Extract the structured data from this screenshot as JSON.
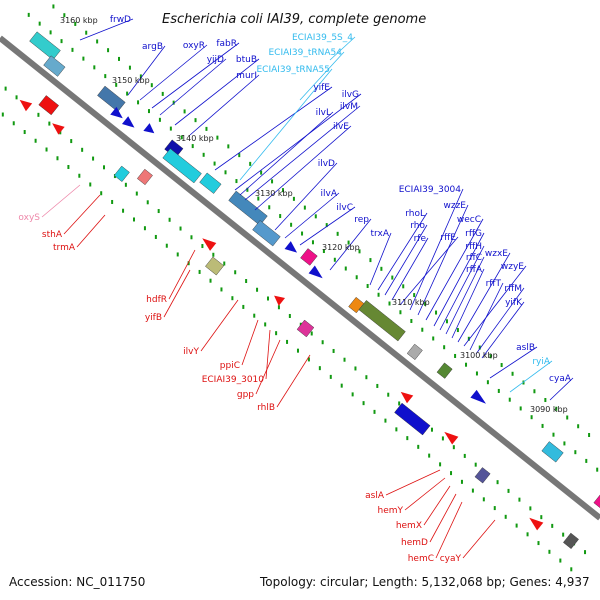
{
  "title": "Escherichia coli IAI39, complete genome",
  "footer": {
    "accession": "Accession: NC_011750",
    "info": "Topology: circular; Length: 5,132,068 bp; Genes: 4,937"
  },
  "colors": {
    "forward_label": "#1010cc",
    "reverse_label": "#dd1111",
    "rna_label": "#33bbee",
    "pseudo_label": "#ee88aa",
    "backbone": "#777777",
    "tick": "#119911"
  },
  "ruler": [
    "3160 kbp",
    "3150 kbp",
    "3140 kbp",
    "3130 kbp",
    "3120 kbp",
    "3110 kbp",
    "3100 kbp",
    "3090 kbp"
  ],
  "labels_forward": [
    "frwD",
    "argB",
    "oxyR",
    "fabR",
    "yijD",
    "btuB",
    "murI",
    "yifE",
    "ilvG",
    "ilvL",
    "ilvM",
    "ilvE",
    "ilvD",
    "ilvA",
    "ilvC",
    "rep",
    "trxA",
    "rhoL",
    "rho",
    "rfe",
    "rffE",
    "ECIAI39_3004",
    "wzzE",
    "wecC",
    "rffG",
    "rffH",
    "rffC",
    "rffA",
    "wzxE",
    "wzyE",
    "rffT",
    "rffM",
    "yifK",
    "aslB",
    "cyaA"
  ],
  "labels_rna": [
    "ECIAI39_5S_4",
    "ECIAI39_tRNA54",
    "ECIAI39_tRNA55",
    "ryiA"
  ],
  "labels_pseudo": [
    "oxyS"
  ],
  "labels_reverse": [
    "sthA",
    "trmA",
    "hdfR",
    "yifB",
    "ilvY",
    "ppiC",
    "ECIAI39_3010",
    "gpp",
    "rhlB",
    "aslA",
    "hemY",
    "hemX",
    "hemD",
    "hemC",
    "cyaY"
  ]
}
